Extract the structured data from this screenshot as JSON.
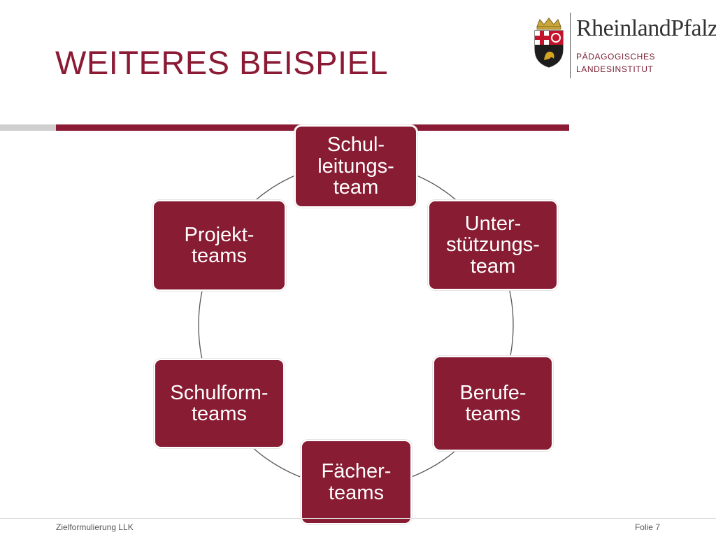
{
  "slide": {
    "title": "WEITERES BEISPIEL"
  },
  "logo": {
    "brand": "RheinlandPfalz",
    "subtitle_line1": "PÄDAGOGISCHES",
    "subtitle_line2": "LANDESINSTITUT"
  },
  "cycle": {
    "nodes": [
      "Schul-\nleitungs-\nteam",
      "Unter-\nstützungs-\nteam",
      "Berufe-\nteams",
      "Fächer-\nteams",
      "Schulform-\nteams",
      "Projekt-\nteams"
    ]
  },
  "footer": {
    "left": "Zielformulierung LLK",
    "right": "Folie 7"
  },
  "colors": {
    "accent": "#8b1a35",
    "node_fill": "#881c33",
    "grey_bar": "#cfcfcf"
  }
}
